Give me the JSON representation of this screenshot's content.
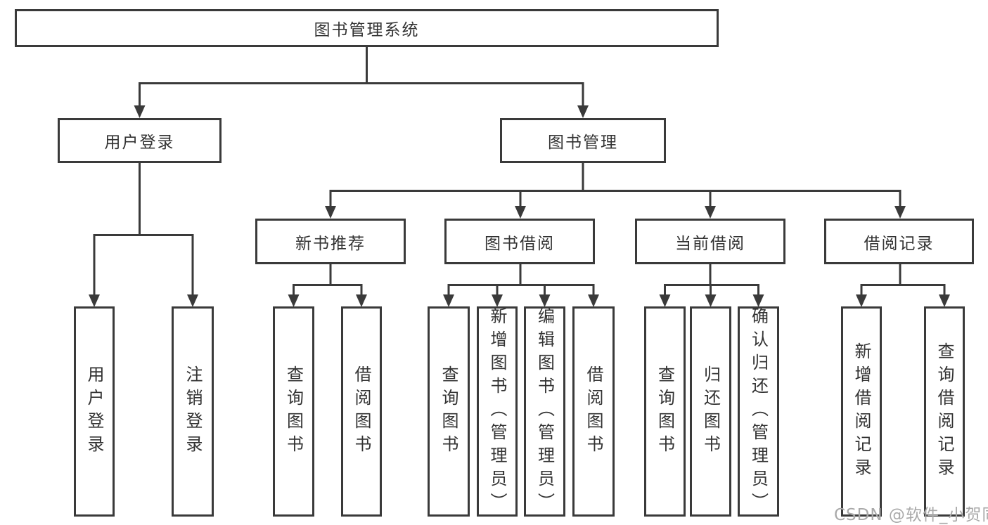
{
  "watermark": "CSDN @软件_小贺同学",
  "colors": {
    "line": "#3a3a3a",
    "box_border": "#3a3a3a",
    "text": "#333333",
    "watermark": "#a9a9a9",
    "background": "#ffffff"
  },
  "tree": {
    "label": "图书管理系统",
    "children": [
      {
        "label": "用户登录",
        "children": [
          {
            "label": "用户登录"
          },
          {
            "label": "注销登录"
          }
        ]
      },
      {
        "label": "图书管理",
        "children": [
          {
            "label": "新书推荐",
            "children": [
              {
                "label": "查询图书"
              },
              {
                "label": "借阅图书"
              }
            ]
          },
          {
            "label": "图书借阅",
            "children": [
              {
                "label": "查询图书"
              },
              {
                "label": "新增图书（管理员）"
              },
              {
                "label": "编辑图书（管理员）"
              },
              {
                "label": "借阅图书"
              }
            ]
          },
          {
            "label": "当前借阅",
            "children": [
              {
                "label": "查询图书"
              },
              {
                "label": "归还图书"
              },
              {
                "label": "确认归还（管理员）"
              }
            ]
          },
          {
            "label": "借阅记录",
            "children": [
              {
                "label": "新增借阅记录"
              },
              {
                "label": "查询借阅记录"
              }
            ]
          }
        ]
      }
    ]
  }
}
